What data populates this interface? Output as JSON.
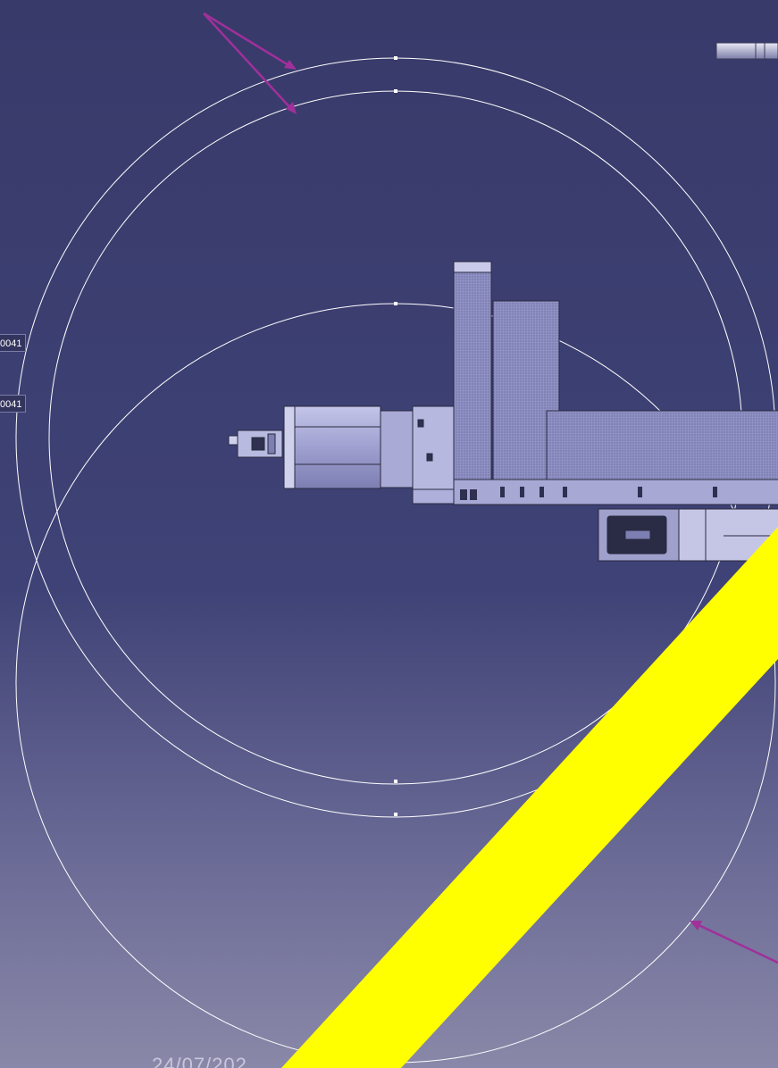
{
  "window": {
    "description_free": true
  },
  "labels": {
    "upper_tag": "0041",
    "lower_tag": "0041"
  },
  "footer": {
    "date_stamp": "24/07/202"
  },
  "colors": {
    "background_top": "#383a6a",
    "background_bottom": "#8a88a8",
    "construction_circle": "#ffffff",
    "annotation_arrow": "#a0309a",
    "highlight_band": "#ffff00",
    "part_fill": "#8d8fc2",
    "part_edge": "#2a2a40"
  },
  "icons": {
    "annotation_arrow": "arrow-icon",
    "compass_widget": "compass-icon"
  }
}
